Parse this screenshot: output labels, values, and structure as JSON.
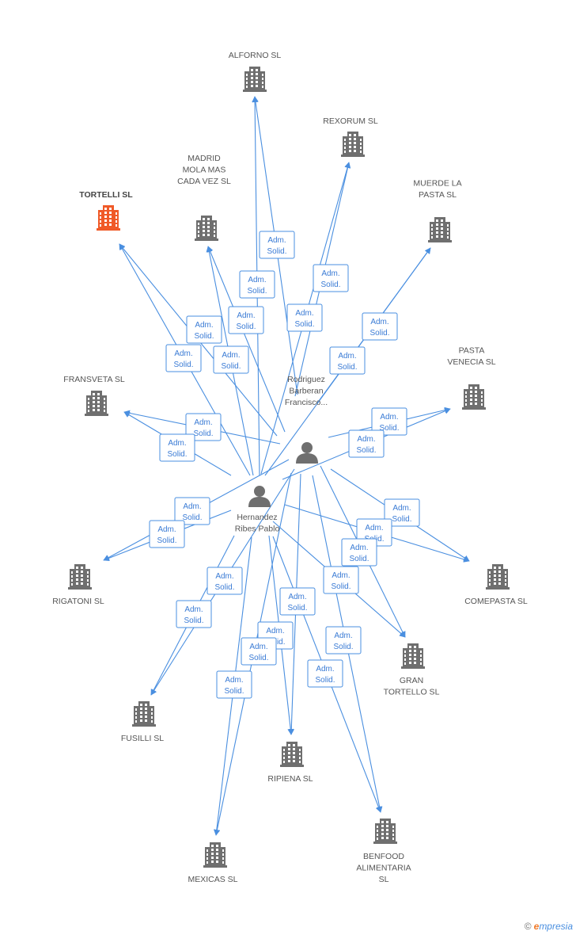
{
  "companies": [
    {
      "id": "alforno",
      "lines": [
        "ALFORNO SL"
      ],
      "highlight": false
    },
    {
      "id": "rexorum",
      "lines": [
        "REXORUM SL"
      ],
      "highlight": false
    },
    {
      "id": "tortelli",
      "lines": [
        "TORTELLI SL"
      ],
      "highlight": true
    },
    {
      "id": "madrid",
      "lines": [
        "MADRID",
        "MOLA MAS",
        "CADA VEZ SL"
      ],
      "highlight": false
    },
    {
      "id": "muerde",
      "lines": [
        "MUERDE LA",
        "PASTA  SL"
      ],
      "highlight": false
    },
    {
      "id": "fransveta",
      "lines": [
        "FRANSVETA SL"
      ],
      "highlight": false
    },
    {
      "id": "pasta",
      "lines": [
        "PASTA",
        "VENECIA SL"
      ],
      "highlight": false
    },
    {
      "id": "rigatoni",
      "lines": [
        "RIGATONI SL"
      ],
      "highlight": false
    },
    {
      "id": "comepasta",
      "lines": [
        "COMEPASTA SL"
      ],
      "highlight": false
    },
    {
      "id": "gran",
      "lines": [
        "GRAN",
        "TORTELLO SL"
      ],
      "highlight": false
    },
    {
      "id": "fusilli",
      "lines": [
        "FUSILLI SL"
      ],
      "highlight": false
    },
    {
      "id": "ripiena",
      "lines": [
        "RIPIENA SL"
      ],
      "highlight": false
    },
    {
      "id": "benfood",
      "lines": [
        "BENFOOD",
        "ALIMENTARIA",
        "SL"
      ],
      "highlight": false
    },
    {
      "id": "mexicas",
      "lines": [
        "MEXICAS SL"
      ],
      "highlight": false
    }
  ],
  "persons": [
    {
      "id": "rodriguez",
      "lines": [
        "Rodriguez",
        "Barberan",
        "Francisco..."
      ]
    },
    {
      "id": "hernandez",
      "lines": [
        "Hernandez",
        "Ribes Pablo"
      ]
    }
  ],
  "relation_label": [
    "Adm.",
    "Solid."
  ],
  "edges": [
    {
      "from": "rodriguez",
      "to": "alforno"
    },
    {
      "from": "hernandez",
      "to": "alforno"
    },
    {
      "from": "rodriguez",
      "to": "rexorum"
    },
    {
      "from": "hernandez",
      "to": "rexorum"
    },
    {
      "from": "rodriguez",
      "to": "tortelli"
    },
    {
      "from": "hernandez",
      "to": "tortelli"
    },
    {
      "from": "rodriguez",
      "to": "madrid"
    },
    {
      "from": "hernandez",
      "to": "madrid"
    },
    {
      "from": "rodriguez",
      "to": "muerde"
    },
    {
      "from": "hernandez",
      "to": "muerde"
    },
    {
      "from": "rodriguez",
      "to": "fransveta"
    },
    {
      "from": "hernandez",
      "to": "fransveta"
    },
    {
      "from": "rodriguez",
      "to": "pasta"
    },
    {
      "from": "hernandez",
      "to": "pasta"
    },
    {
      "from": "rodriguez",
      "to": "rigatoni"
    },
    {
      "from": "hernandez",
      "to": "rigatoni"
    },
    {
      "from": "rodriguez",
      "to": "comepasta"
    },
    {
      "from": "hernandez",
      "to": "comepasta"
    },
    {
      "from": "rodriguez",
      "to": "gran"
    },
    {
      "from": "hernandez",
      "to": "gran"
    },
    {
      "from": "rodriguez",
      "to": "fusilli"
    },
    {
      "from": "hernandez",
      "to": "fusilli"
    },
    {
      "from": "rodriguez",
      "to": "ripiena"
    },
    {
      "from": "hernandez",
      "to": "ripiena"
    },
    {
      "from": "rodriguez",
      "to": "benfood"
    },
    {
      "from": "hernandez",
      "to": "benfood"
    },
    {
      "from": "rodriguez",
      "to": "mexicas"
    },
    {
      "from": "hernandez",
      "to": "mexicas"
    }
  ],
  "colors": {
    "edge": "#4a8fe0",
    "building": "#6f6f6f",
    "building_highlight": "#f05a28",
    "person": "#6f6f6f"
  },
  "icons": {
    "company": "building-icon",
    "person": "person-icon",
    "copyright": "copyright-icon"
  },
  "footer": {
    "symbol": "©",
    "brand_initial": "e",
    "brand_rest": "mpresia"
  }
}
